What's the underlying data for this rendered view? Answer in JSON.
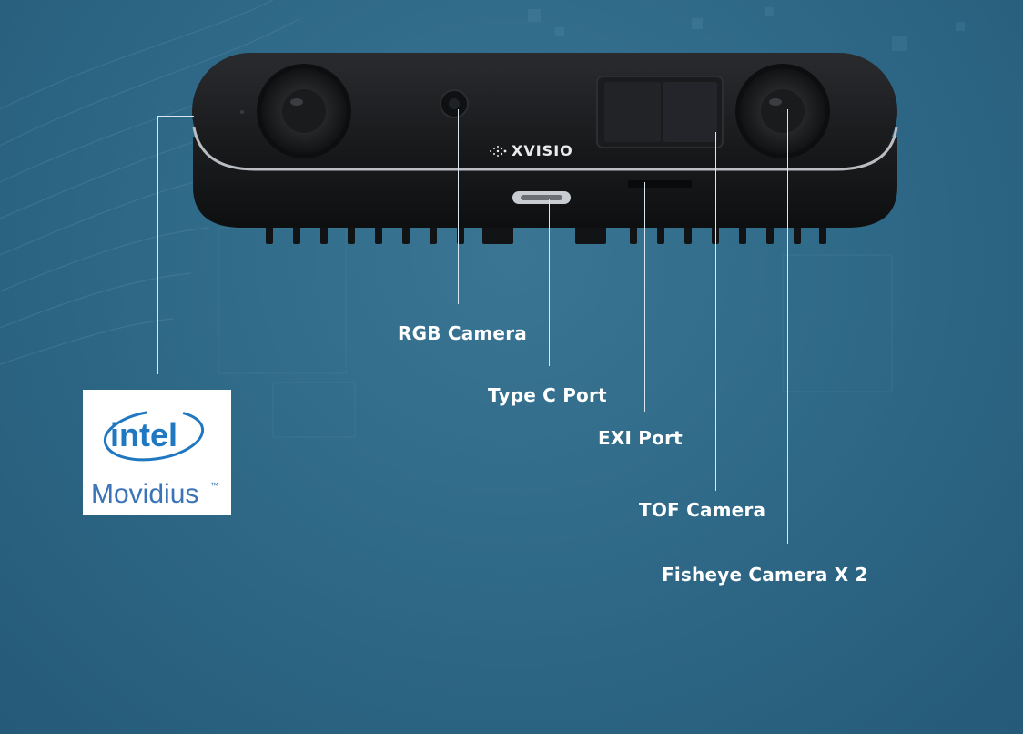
{
  "device": {
    "brand_wordmark": "XVISIO"
  },
  "labels": {
    "rgb_camera": "RGB Camera",
    "type_c_port": "Type C Port",
    "exi_port": "EXI Port",
    "tof_camera": "TOF Camera",
    "fisheye_camera": "Fisheye Camera X 2"
  },
  "logo": {
    "company": "intel",
    "product": "Movidius",
    "trademark": "™"
  },
  "colors": {
    "background": "#2f6a88",
    "label_text": "#ffffff",
    "leader_lines": "#d7e6ef",
    "device_body": "#1c1d1f",
    "intel_blue": "#1f78c1",
    "movidius_blue": "#3a74b7"
  }
}
